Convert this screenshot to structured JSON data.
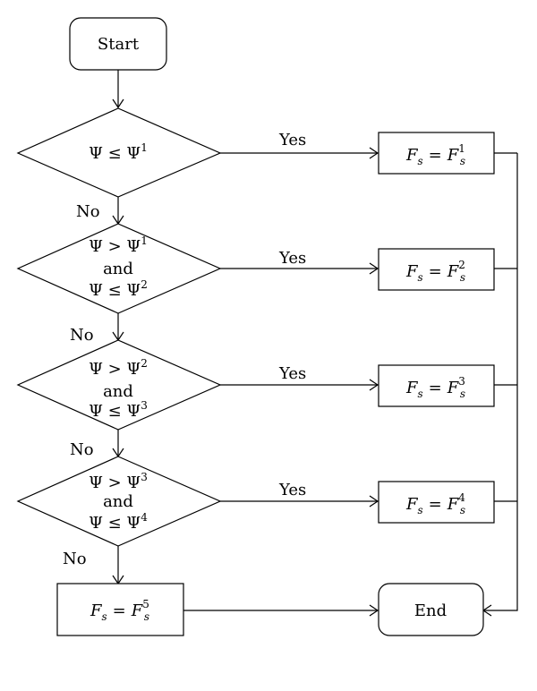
{
  "start_label": "Start",
  "end_label": "End",
  "edge_labels": {
    "yes": "Yes",
    "no": "No"
  },
  "decisions": [
    {
      "line1": "Ψ ≤ Ψ",
      "line1_sup": "1",
      "line2": "",
      "line3": "",
      "line3_sup": ""
    },
    {
      "line1": "Ψ > Ψ",
      "line1_sup": "1",
      "line2": "and",
      "line3": "Ψ ≤ Ψ",
      "line3_sup": "2"
    },
    {
      "line1": "Ψ > Ψ",
      "line1_sup": "2",
      "line2": "and",
      "line3": "Ψ ≤ Ψ",
      "line3_sup": "3"
    },
    {
      "line1": "Ψ > Ψ",
      "line1_sup": "3",
      "line2": "and",
      "line3": "Ψ ≤ Ψ",
      "line3_sup": "4"
    }
  ],
  "results": [
    {
      "lhs": "F",
      "lhs_sub": "s",
      "eq": "=",
      "rhs": "F",
      "rhs_sub": "s",
      "rhs_sup": "1"
    },
    {
      "lhs": "F",
      "lhs_sub": "s",
      "eq": "=",
      "rhs": "F",
      "rhs_sub": "s",
      "rhs_sup": "2"
    },
    {
      "lhs": "F",
      "lhs_sub": "s",
      "eq": "=",
      "rhs": "F",
      "rhs_sub": "s",
      "rhs_sup": "3"
    },
    {
      "lhs": "F",
      "lhs_sub": "s",
      "eq": "=",
      "rhs": "F",
      "rhs_sub": "s",
      "rhs_sup": "4"
    },
    {
      "lhs": "F",
      "lhs_sub": "s",
      "eq": "=",
      "rhs": "F",
      "rhs_sub": "s",
      "rhs_sup": "5"
    }
  ]
}
